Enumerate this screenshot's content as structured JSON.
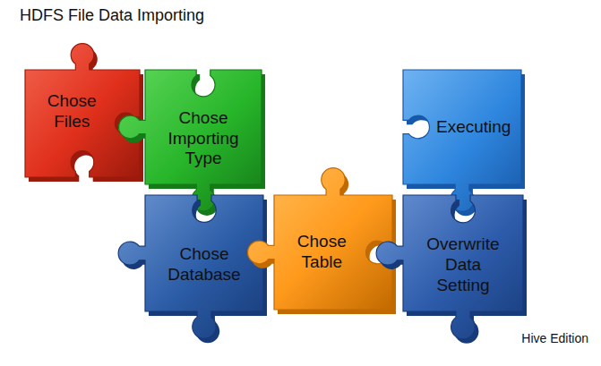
{
  "diagram": {
    "title": "HDFS File Data Importing",
    "nodes": [
      {
        "text": [
          "Chose Files"
        ]
      },
      {
        "text": [
          "Chose Importing Type"
        ]
      },
      {
        "text": [
          "Executing"
        ]
      },
      {
        "text": [
          "Chose Database"
        ]
      },
      {
        "text": [
          "Chose Table"
        ]
      },
      {
        "text": [
          "Overwrite Data Setting"
        ]
      }
    ],
    "labels": [
      "Hive Edition"
    ]
  }
}
